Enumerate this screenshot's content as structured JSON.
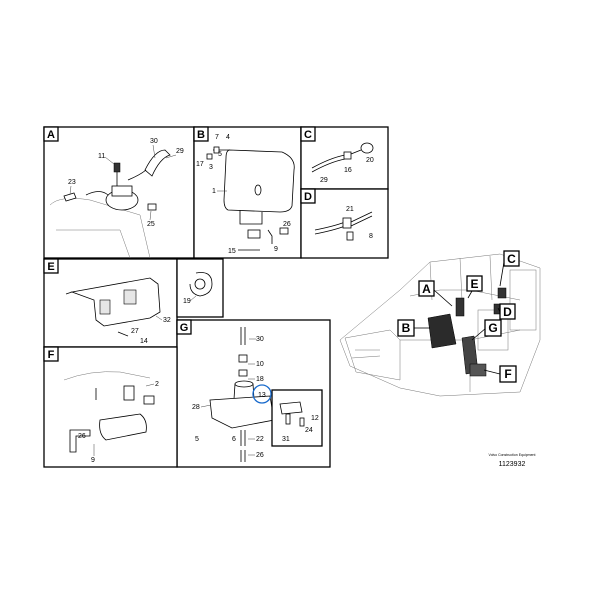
{
  "panels": {
    "A": {
      "label": "A",
      "callouts": [
        "30",
        "29",
        "11",
        "23",
        "25"
      ]
    },
    "B": {
      "label": "B",
      "callouts": [
        "7",
        "4",
        "17",
        "3",
        "5",
        "1",
        "26",
        "9",
        "15"
      ]
    },
    "C": {
      "label": "C",
      "callouts": [
        "20",
        "29",
        "16"
      ]
    },
    "D": {
      "label": "D",
      "callouts": [
        "21",
        "8"
      ]
    },
    "E": {
      "label": "E",
      "callouts": [
        "32",
        "27",
        "14"
      ]
    },
    "H": {
      "callouts": [
        "19"
      ]
    },
    "G": {
      "label": "G",
      "callouts": [
        "30",
        "10",
        "18",
        "13",
        "28",
        "12",
        "24",
        "31",
        "5",
        "22",
        "6",
        "26"
      ]
    },
    "F": {
      "label": "F",
      "callouts": [
        "2",
        "26",
        "9"
      ]
    }
  },
  "overview": {
    "labels": [
      "A",
      "B",
      "C",
      "D",
      "E",
      "F",
      "G"
    ]
  },
  "footer": {
    "small_text": "Volvo Construction Equipment",
    "drawing_number": "1123932"
  }
}
